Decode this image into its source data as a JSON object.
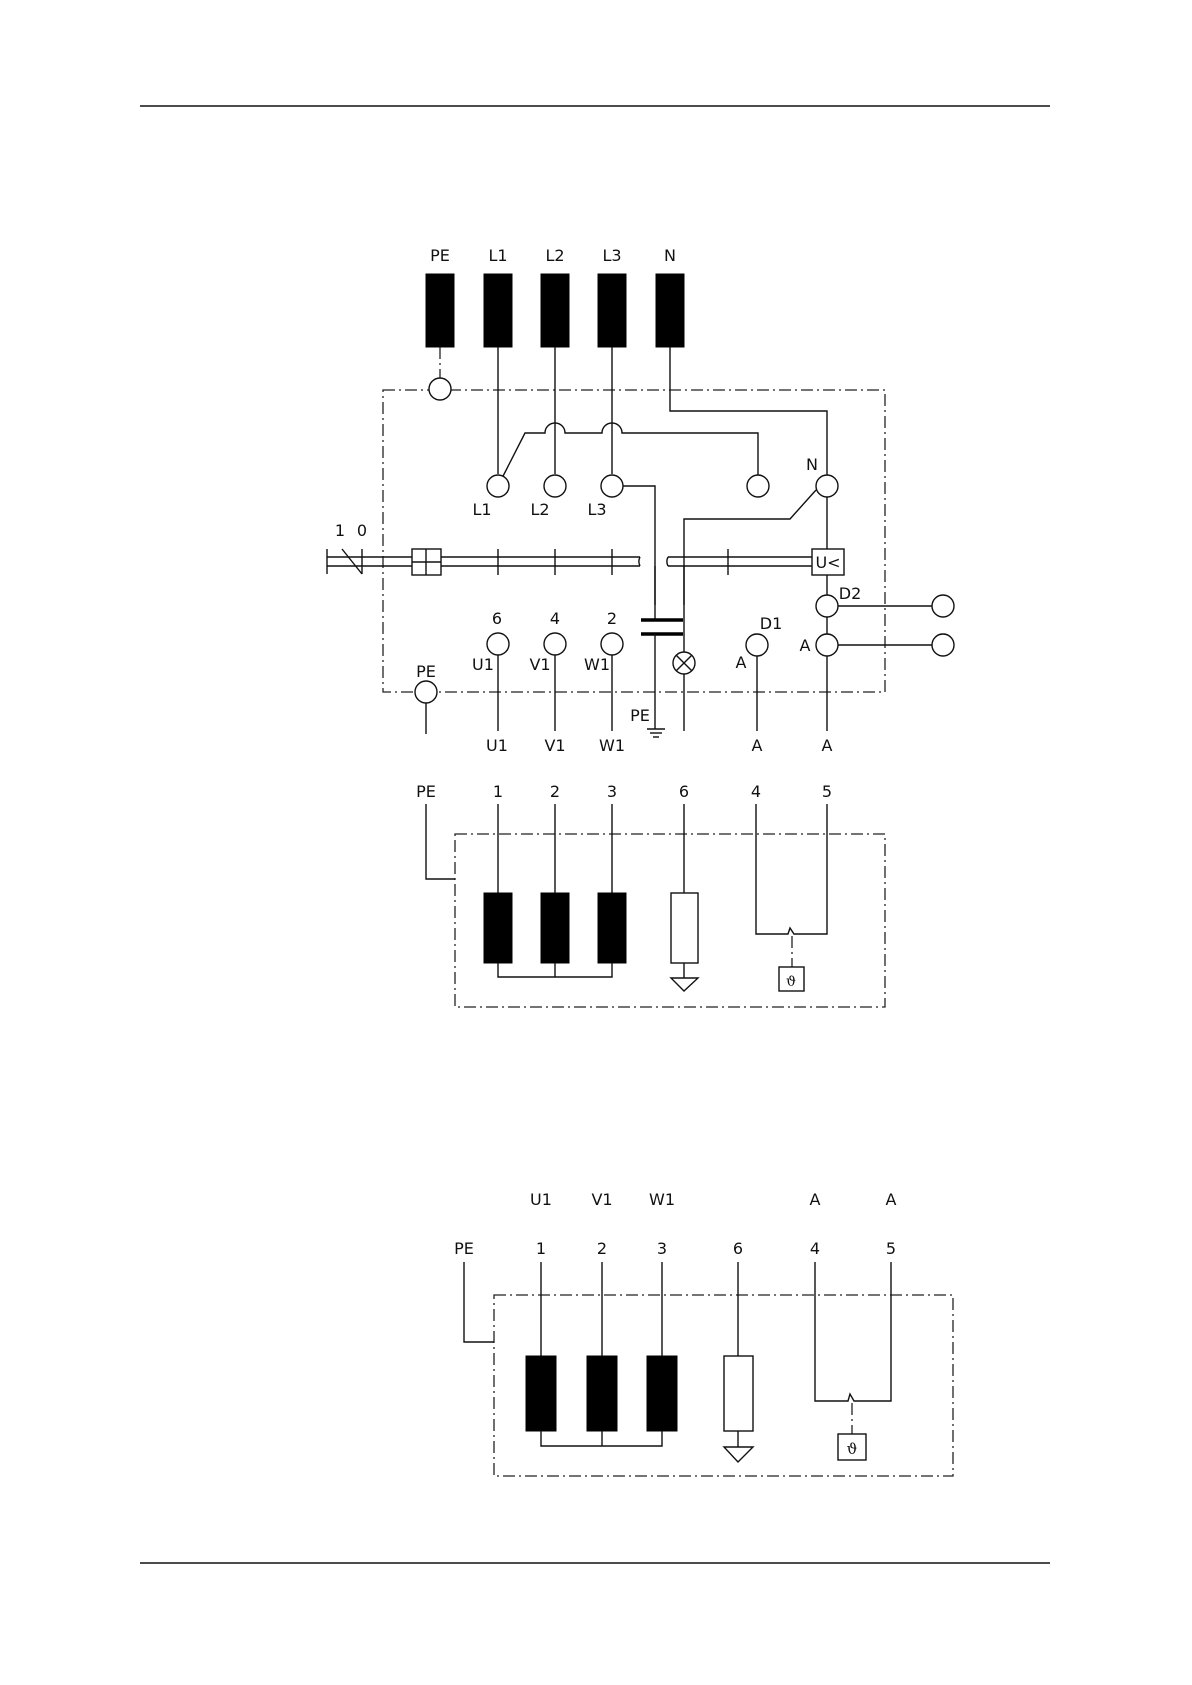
{
  "diagram1": {
    "top_terminals": [
      "PE",
      "L1",
      "L2",
      "L3",
      "N"
    ],
    "inner_supply_labels": [
      "L1",
      "L2",
      "L3",
      "N"
    ],
    "switch_labels": [
      "1",
      "0"
    ],
    "undervoltage_label": "U<",
    "motor_terminal_numbers": [
      "6",
      "4",
      "2"
    ],
    "motor_terminal_names": [
      "U1",
      "V1",
      "W1"
    ],
    "pe_label": "PE",
    "aux_labels": {
      "d1": "D1",
      "d2": "D2",
      "a1": "A",
      "a2": "A",
      "a3": "A"
    },
    "bottom_outputs": [
      "U1",
      "V1",
      "W1",
      "A",
      "A"
    ],
    "earth_label": "PE"
  },
  "diagram2": {
    "terminal_labels": [
      "PE",
      "1",
      "2",
      "3",
      "6",
      "4",
      "5"
    ]
  },
  "diagram3": {
    "top_labels": [
      "U1",
      "V1",
      "W1",
      "A",
      "A"
    ],
    "terminal_labels": [
      "PE",
      "1",
      "2",
      "3",
      "6",
      "4",
      "5"
    ]
  }
}
